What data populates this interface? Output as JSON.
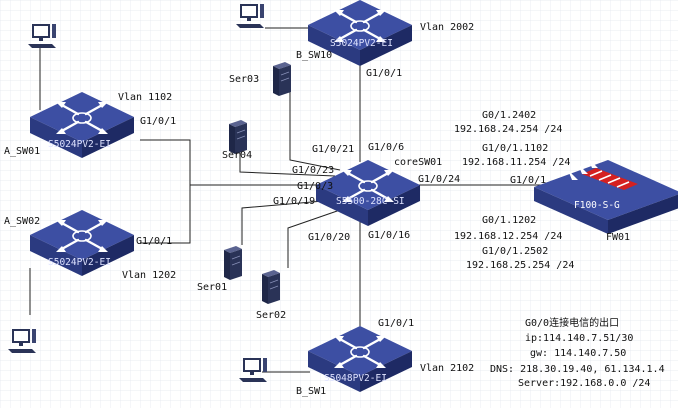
{
  "devices": {
    "b_sw10": {
      "name": "B_SW10",
      "model": "S5024PV2-EI",
      "vlan": "Vlan 2002",
      "port_down": "G1/0/1"
    },
    "a_sw01": {
      "name": "A_SW01",
      "model": "S5024PV2-EI",
      "vlan": "Vlan 1102",
      "port": "G1/0/1"
    },
    "a_sw02": {
      "name": "A_SW02",
      "model": "S5024PV2-EI",
      "vlan": "Vlan 1202",
      "port": "G1/0/1"
    },
    "core": {
      "name": "coreSW01",
      "model": "S5500-28C-SI"
    },
    "fw": {
      "name": "FW01",
      "model": "F100-S-G",
      "port": "G1/0/1"
    },
    "b_sw1": {
      "name": "B_SW1",
      "model": "S5048PV2-EI",
      "vlan": "Vlan 2102",
      "port_up": "G1/0/1"
    },
    "servers": {
      "ser03": "Ser03",
      "ser04": "Ser04",
      "ser01": "Ser01",
      "ser02": "Ser02"
    }
  },
  "core_ports": {
    "p21": "G1/0/21",
    "p6": "G1/0/6",
    "p23": "G1/0/23",
    "p3": "G1/0/3",
    "p19": "G1/0/19",
    "p24": "G1/0/24",
    "p20": "G1/0/20",
    "p16": "G1/0/16"
  },
  "fw_interfaces": {
    "if_2402": "G0/1.2402",
    "ip_2402": "192.168.24.254 /24",
    "if_1102": "G1/0/1.1102",
    "ip_1102": "192.168.11.254 /24",
    "if_1202": "G0/1.1202",
    "ip_1202": "192.168.12.254 /24",
    "if_2502": "G1/0/1.2502",
    "ip_2502": "192.168.25.254 /24"
  },
  "wan_info": {
    "line1": "G0/0连接电信的出口",
    "line2": "ip:114.140.7.51/30",
    "line3": "gw: 114.140.7.50",
    "line4": "DNS: 218.30.19.40, 61.134.1.4",
    "line5": "Server:192.168.0.0 /24"
  },
  "colors": {
    "switch_top": "#3d4fa3",
    "switch_side": "#22306e",
    "server": "#2a3357",
    "firewall_top": "#3d4fa3",
    "firewall_stripe": "#d42020",
    "link": "#222222",
    "grid": "#e3e6ee"
  }
}
